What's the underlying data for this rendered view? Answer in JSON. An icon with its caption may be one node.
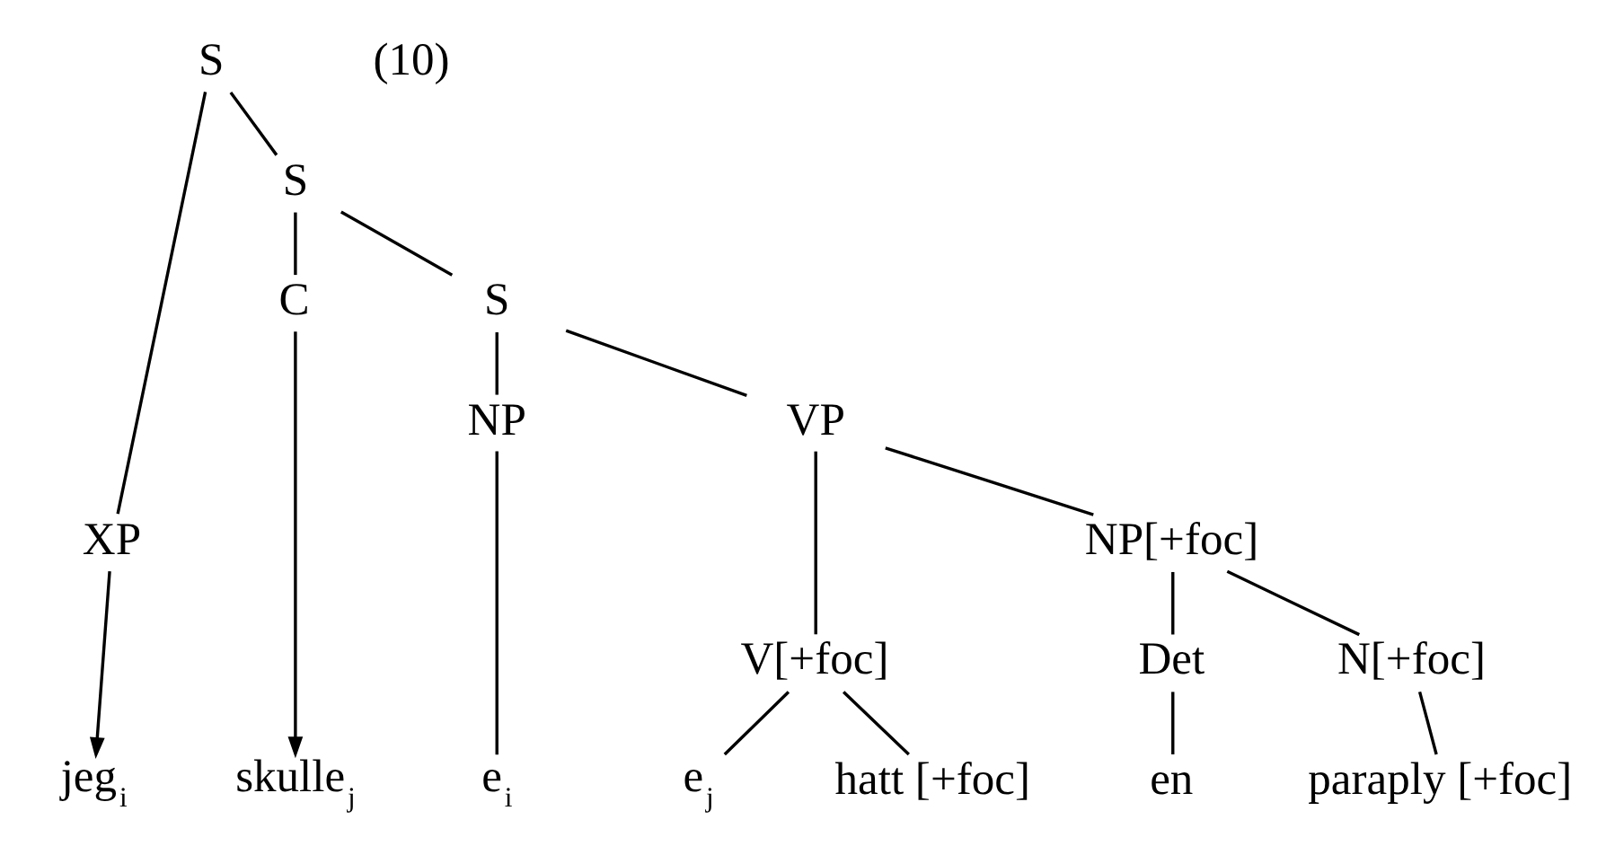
{
  "diagram": {
    "nodes": [
      {
        "text": [
          "S"
        ]
      },
      {
        "text": [
          "XP"
        ]
      },
      {
        "text": [
          "S"
        ]
      },
      {
        "text": [
          "C"
        ]
      },
      {
        "text": [
          "S"
        ]
      },
      {
        "text": [
          "NP"
        ]
      },
      {
        "text": [
          "VP"
        ]
      },
      {
        "text": [
          "V[+foc]"
        ]
      },
      {
        "text": [
          "NP[+foc]"
        ]
      },
      {
        "text": [
          "Det"
        ]
      },
      {
        "text": [
          "N[+foc]"
        ]
      },
      {
        "text": [
          "jeg$_{i}$"
        ]
      },
      {
        "text": [
          "skulle$_{j}$"
        ]
      },
      {
        "text": [
          "e$_{i}$"
        ]
      },
      {
        "text": [
          "e$_{j}$"
        ]
      },
      {
        "text": [
          "hatt [+foc]"
        ]
      },
      {
        "text": [
          "en"
        ]
      },
      {
        "text": [
          "paraply [+foc]"
        ]
      }
    ],
    "edges": [
      {
        "from": 0,
        "to": 1,
        "arrow": "none"
      },
      {
        "from": 0,
        "to": 2,
        "arrow": "none"
      },
      {
        "from": 1,
        "to": 11,
        "arrow": "to"
      },
      {
        "from": 2,
        "to": 3,
        "arrow": "none"
      },
      {
        "from": 2,
        "to": 4,
        "arrow": "none"
      },
      {
        "from": 3,
        "to": 12,
        "arrow": "to"
      },
      {
        "from": 4,
        "to": 5,
        "arrow": "none"
      },
      {
        "from": 4,
        "to": 6,
        "arrow": "none"
      },
      {
        "from": 5,
        "to": 13,
        "arrow": "none"
      },
      {
        "from": 6,
        "to": 7,
        "arrow": "none"
      },
      {
        "from": 6,
        "to": 8,
        "arrow": "none"
      },
      {
        "from": 7,
        "to": 14,
        "arrow": "none"
      },
      {
        "from": 7,
        "to": 15,
        "arrow": "none"
      },
      {
        "from": 8,
        "to": 9,
        "arrow": "none"
      },
      {
        "from": 8,
        "to": 10,
        "arrow": "none"
      },
      {
        "from": 9,
        "to": 16,
        "arrow": "none"
      },
      {
        "from": 10,
        "to": 17,
        "arrow": "none"
      }
    ],
    "labels": [
      "(10)"
    ]
  }
}
